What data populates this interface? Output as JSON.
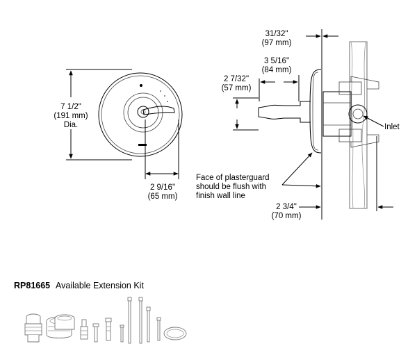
{
  "front_view": {
    "height_label": "7 1/2\"",
    "height_mm": "(191 mm)",
    "height_suffix": "Dia.",
    "depth_label": "2 9/16\"",
    "depth_mm": "(65 mm)"
  },
  "side_view": {
    "overall_label": "31/32\"",
    "overall_mm": "(97 mm)",
    "handle_label": "3 5/16\"",
    "handle_mm": "(84 mm)",
    "stem_label": "2 7/32\"",
    "stem_mm": "(57 mm)",
    "inlet_label": "Inlet",
    "note_lines": [
      "Face of plasterguard",
      "should be flush with",
      "finish wall line"
    ],
    "wall_label": "2 3/4\"",
    "wall_mm": "(70 mm)"
  },
  "kit": {
    "model": "RP81665",
    "description": "Available Extension Kit"
  }
}
